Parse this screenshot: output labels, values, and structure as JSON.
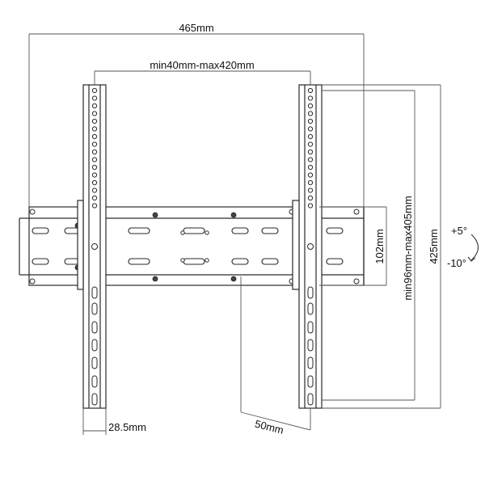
{
  "dimensions": {
    "overall_width": "465mm",
    "hole_spacing_horizontal": "min40mm-max420mm",
    "plate_height": "102mm",
    "hole_spacing_vertical": "min96mm-max405mm",
    "arm_height": "425mm",
    "arm_width": "28.5mm",
    "wall_distance": "50mm"
  },
  "tilt": {
    "up": "+5°",
    "down": "-10°"
  },
  "colors": {
    "line": "#2a2a2a",
    "dim_line": "#555555",
    "background": "#ffffff"
  }
}
